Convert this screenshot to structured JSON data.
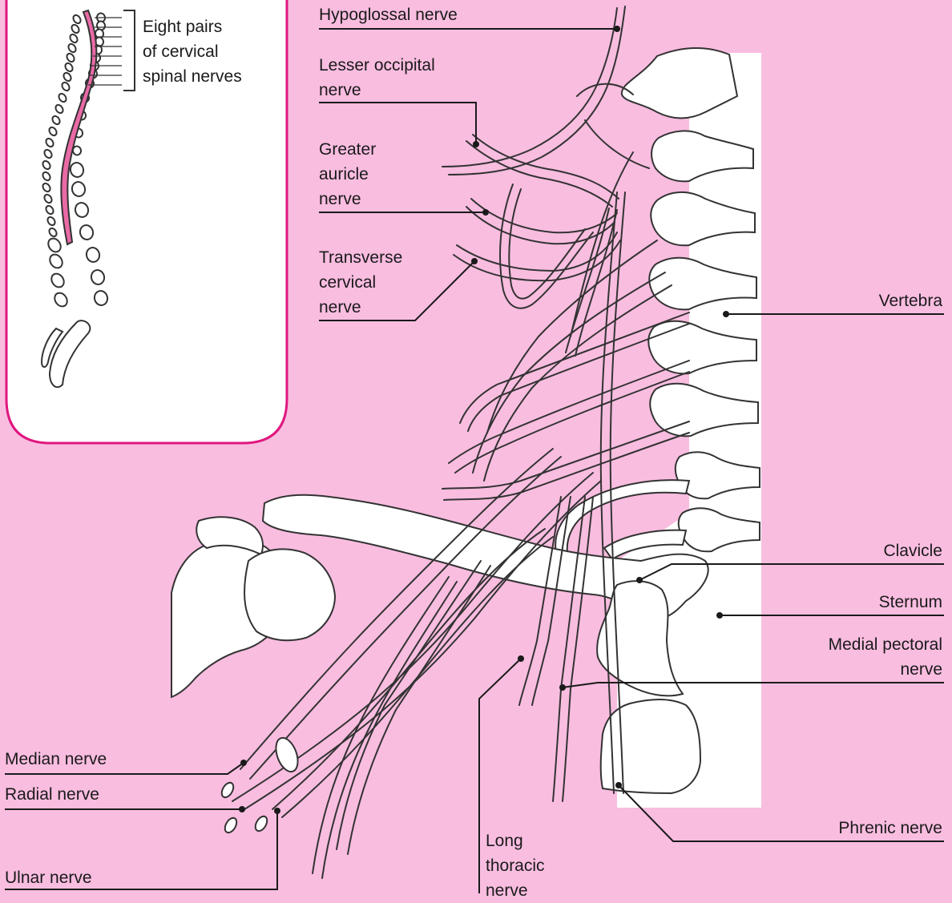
{
  "colors": {
    "background": "#f9bde0",
    "inset_border": "#e0177f",
    "spinal_cord": "#e96aa6",
    "outline": "#333333",
    "fill": "#ffffff"
  },
  "inset": {
    "caption": "Eight pairs\nof cervical\nspinal nerves"
  },
  "labels": {
    "hypoglossal": "Hypoglossal nerve",
    "lesser_occipital": "Lesser occipital\nnerve",
    "greater_auricle": "Greater\nauricle\nnerve",
    "transverse_cervical": "Transverse\ncervical\nnerve",
    "vertebra": "Vertebra",
    "clavicle": "Clavicle",
    "sternum": "Sternum",
    "medial_pectoral": "Medial pectoral\nnerve",
    "phrenic": "Phrenic nerve",
    "long_thoracic": "Long\nthoracic\nnerve",
    "median": "Median nerve",
    "radial": "Radial nerve",
    "ulnar": "Ulnar nerve"
  }
}
